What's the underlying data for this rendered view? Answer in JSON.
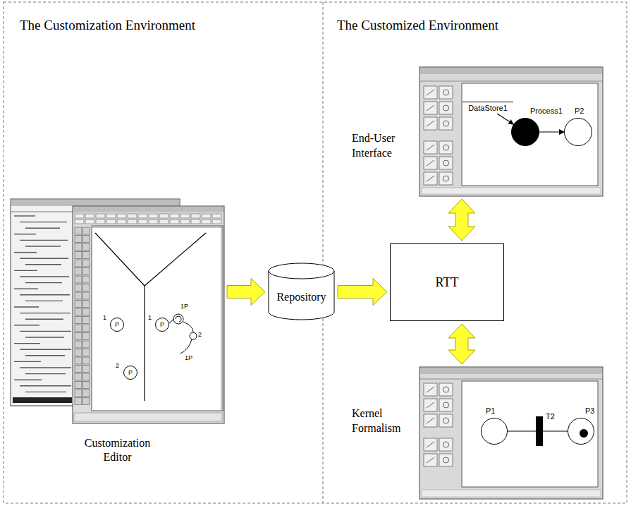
{
  "diagram": {
    "nodes": [
      {
        "text": [
          "Customization Editor"
        ]
      },
      {
        "text": [
          "P"
        ],
        "in": 0
      },
      {
        "text": [
          "P"
        ],
        "in": 0
      },
      {
        "text": [
          "P"
        ],
        "in": 0
      },
      {
        "text": [
          "Repository"
        ]
      },
      {
        "text": [
          "RTT"
        ]
      },
      {
        "text": [
          "End-User Interface"
        ]
      },
      {
        "text": [
          "DataStore1"
        ],
        "in": 6
      },
      {
        "text": [
          "Process1"
        ],
        "in": 6
      },
      {
        "text": [
          "P2"
        ],
        "in": 6
      },
      {
        "text": [
          "Kernel Formalism"
        ]
      },
      {
        "text": [
          "P1"
        ],
        "in": 10
      },
      {
        "text": [
          "T2"
        ],
        "in": 10
      },
      {
        "text": [
          "P3"
        ],
        "in": 10
      }
    ],
    "edges": [
      {
        "from": 0,
        "to": 4,
        "arrow": "to"
      },
      {
        "from": 4,
        "to": 5,
        "arrow": "to"
      },
      {
        "from": 5,
        "to": 6,
        "arrow": "both"
      },
      {
        "from": 5,
        "to": 10,
        "arrow": "both"
      },
      {
        "from": 7,
        "to": 8,
        "arrow": "to"
      },
      {
        "from": 8,
        "to": 9,
        "arrow": "to"
      },
      {
        "from": 11,
        "to": 12,
        "arrow": "none"
      },
      {
        "from": 12,
        "to": 13,
        "arrow": "none"
      }
    ],
    "labels": [
      "The Customization Environment",
      "The Customized Environment",
      "1",
      "1",
      "1P",
      "2",
      "1P",
      "2"
    ]
  }
}
